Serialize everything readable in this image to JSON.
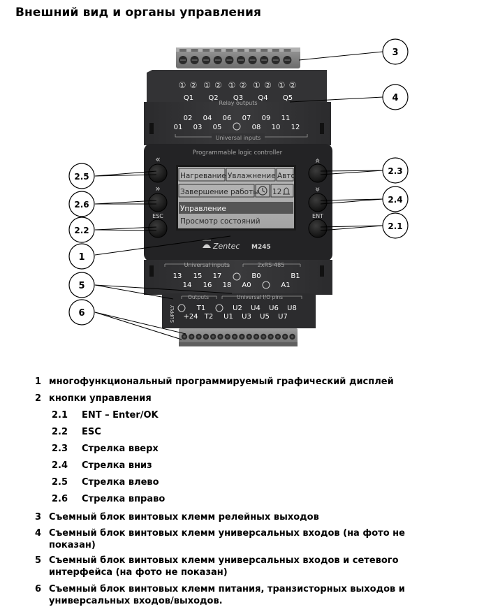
{
  "title": "Внешний вид и органы управления",
  "device": {
    "relay_pins": [
      "①",
      "②"
    ],
    "relay_labels": [
      "Q1",
      "Q2",
      "Q3",
      "Q4",
      "Q5"
    ],
    "relay_caption": "Relay outputs",
    "ui_top_even": [
      "02",
      "04",
      "06",
      "07",
      "09",
      "11"
    ],
    "ui_top_odd": [
      "01",
      "03",
      "05",
      "08",
      "10",
      "12"
    ],
    "ui_top_caption": "Universal inputs",
    "plc_caption": "Programmable logic controller",
    "arrow_left": "«",
    "arrow_right": "»",
    "arrow_up": "«",
    "arrow_down": "»",
    "esc": "ESC",
    "ent": "ENT",
    "lcd": {
      "r1": [
        "Нагревание",
        "Увлажнение",
        "Авто"
      ],
      "r2": "Завершение работы",
      "r2_num": "12",
      "r3": "Управление",
      "r4": "Просмотр состояний"
    },
    "brand": "Zentec",
    "model": "M245",
    "bottom_ui_caption": "Universal inputs",
    "rs485_caption": "2xRS-485",
    "bottom_ui_top": [
      "13",
      "15",
      "17"
    ],
    "bottom_ui_bot": [
      "14",
      "16",
      "18"
    ],
    "rs_top": [
      "B0",
      "B1"
    ],
    "rs_bot": [
      "A0",
      "A1"
    ],
    "outputs_caption": "Outputs",
    "io_caption": "Universal I/O pins",
    "supply": "SUPPLY",
    "out_top": [
      "T1"
    ],
    "out_bot": [
      "+24",
      "T2"
    ],
    "io_top": [
      "U2",
      "U4",
      "U6",
      "U8"
    ],
    "io_bot": [
      "U1",
      "U3",
      "U5",
      "U7"
    ]
  },
  "callouts": [
    "3",
    "4",
    "2.5",
    "2.3",
    "2.6",
    "2.4",
    "2.2",
    "2.1",
    "1",
    "5",
    "6"
  ],
  "legend": [
    {
      "num": "1",
      "text": "многофункциональный программируемый графический дисплей"
    },
    {
      "num": "2",
      "text": "кнопки управления"
    },
    {
      "num": "2.1",
      "text": "ENT – Enter/OK"
    },
    {
      "num": "2.2",
      "text": "ESC"
    },
    {
      "num": "2.3",
      "text": "Стрелка вверх"
    },
    {
      "num": "2.4",
      "text": "Стрелка вниз"
    },
    {
      "num": "2.5",
      "text": "Стрелка влево"
    },
    {
      "num": "2.6",
      "text": "Стрелка вправо"
    },
    {
      "num": "3",
      "text": "Съемный блок винтовых клемм релейных выходов"
    },
    {
      "num": "4",
      "text": "Съемный блок винтовых клемм универсальных входов (на фото не показан)"
    },
    {
      "num": "5",
      "text": "Съемный блок винтовых клемм универсальных входов и сетевого интерфейса (на фото не показан)"
    },
    {
      "num": "6",
      "text": "Съемный блок винтовых клемм питания, транзисторных выходов и универсальных входов/выходов."
    }
  ]
}
